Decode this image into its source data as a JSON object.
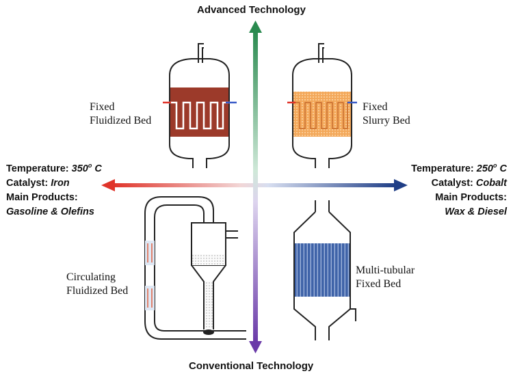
{
  "axes": {
    "top": "Advanced Technology",
    "bottom": "Conventional Technology"
  },
  "reactors": {
    "top_left": {
      "line1": "Fixed",
      "line2": "Fluidized Bed"
    },
    "top_right": {
      "line1": "Fixed",
      "line2": "Slurry Bed"
    },
    "bottom_left": {
      "line1": "Circulating",
      "line2": "Fluidized Bed"
    },
    "bottom_right": {
      "line1": "Multi-tubular",
      "line2": "Fixed Bed"
    }
  },
  "left_conditions": {
    "temperature_label": "Temperature:",
    "temperature_value": "350",
    "temperature_sup": "o",
    "temperature_unit": " C",
    "catalyst_label": "Catalyst:",
    "catalyst_value": "Iron",
    "products_label": "Main Products:",
    "products_value": "Gasoline & Olefins"
  },
  "right_conditions": {
    "temperature_label": "Temperature:",
    "temperature_value": "250",
    "temperature_sup": "o",
    "temperature_unit": " C",
    "catalyst_label": "Catalyst:",
    "catalyst_value": "Cobalt",
    "products_label": "Main Products:",
    "products_value": "Wax & Diesel"
  },
  "colors": {
    "hot": "#e0342a",
    "cold": "#1f3e86",
    "advanced": "#2a8a4f",
    "conventional": "#6a3aa8",
    "fluidized_bed_fill": "#9c3a2a",
    "slurry_bed_fill": "#f0a050",
    "tubular_fill": "#3f63a8"
  }
}
